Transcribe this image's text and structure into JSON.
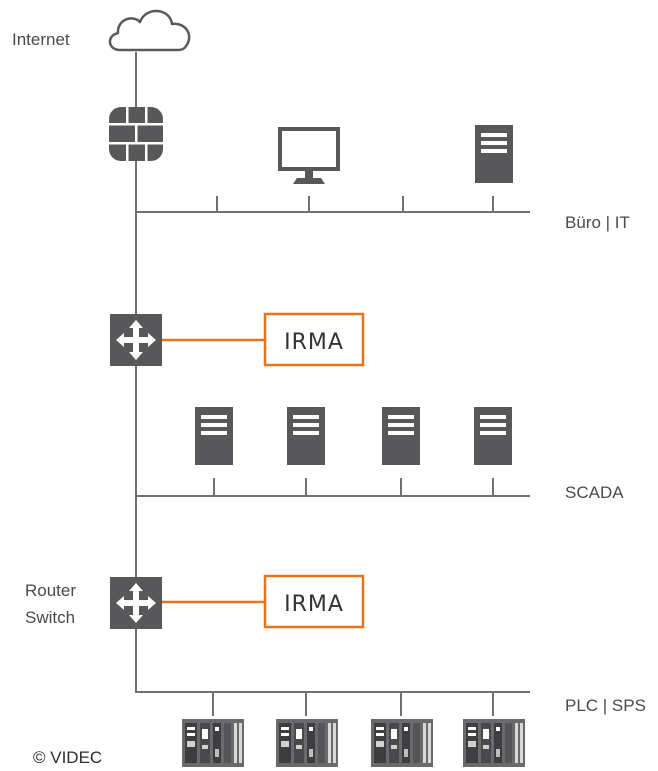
{
  "labels": {
    "internet": "Internet",
    "office": "Büro | IT",
    "scada": "SCADA",
    "plc": "PLC | SPS",
    "router": "Router",
    "switch": "Switch"
  },
  "irma": {
    "upper": "IRMA",
    "lower": "IRMA"
  },
  "copyright": "© VIDEC",
  "colors": {
    "line": "#707070",
    "device": "#58585a",
    "irma_border": "#e6761e"
  },
  "icons": {
    "cloud": "cloud-icon",
    "firewall": "firewall-icon",
    "monitor": "monitor-icon",
    "server": "server-icon",
    "switch": "switch-arrows-icon",
    "plc": "plc-rack-icon"
  }
}
